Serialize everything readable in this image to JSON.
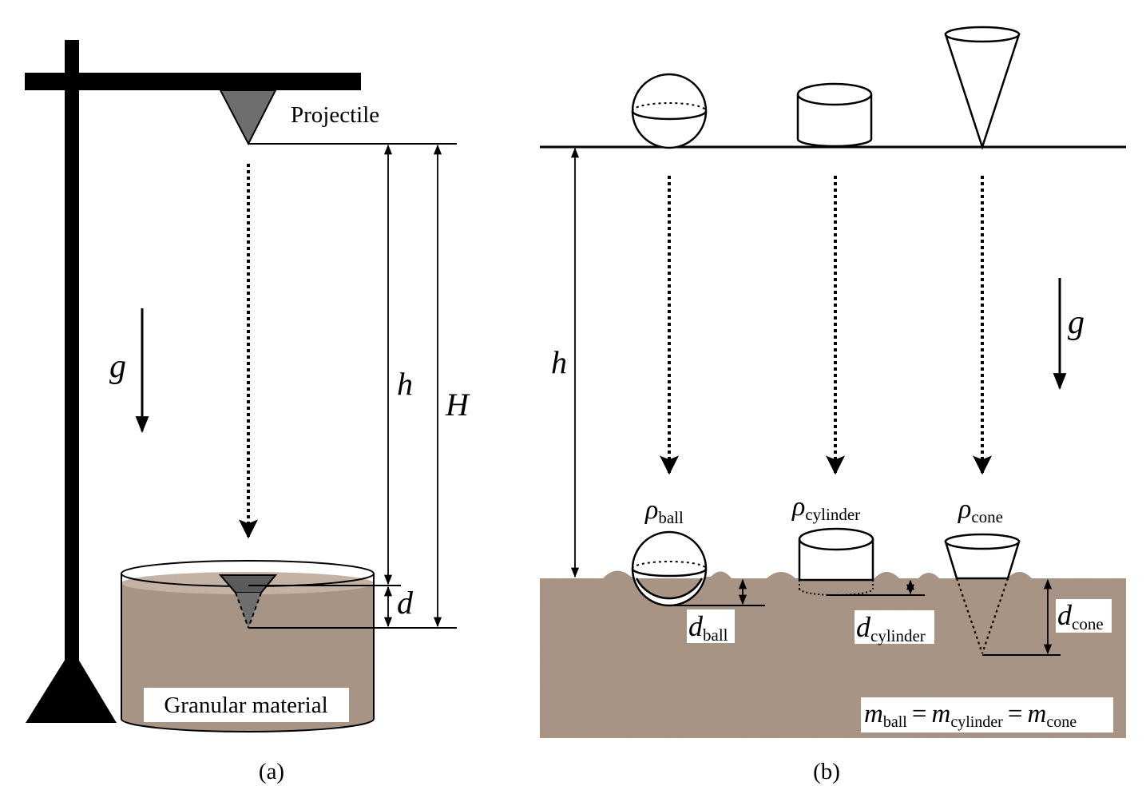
{
  "panel_a": {
    "projectile_label": "Projectile",
    "gravity_label": "g",
    "height_label": "h",
    "total_height_label": "H",
    "depth_label": "d",
    "container_label": "Granular material",
    "caption": "(a)"
  },
  "panel_b": {
    "height_label": "h",
    "gravity_label": "g",
    "density": {
      "symbol": "ρ",
      "ball": "ball",
      "cylinder": "cylinder",
      "cone": "cone"
    },
    "depth": {
      "symbol": "d",
      "ball": "ball",
      "cylinder": "cylinder",
      "cone": "cone"
    },
    "mass_equation": {
      "symbol": "m",
      "ball": "ball",
      "cylinder": "cylinder",
      "cone": "cone",
      "equals": "="
    },
    "caption": "(b)"
  },
  "colors": {
    "ink": "#000000",
    "projectile_gray": "#6e6e6e",
    "sand_base": "#a89484",
    "sand_light": "#c9b8aa",
    "sand_dark": "#7d6a5c"
  }
}
